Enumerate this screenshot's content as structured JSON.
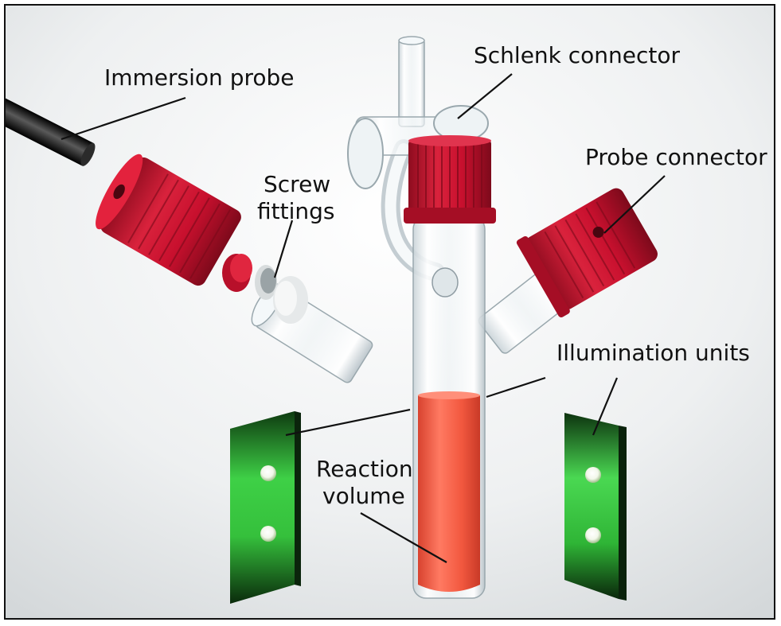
{
  "labels": {
    "immersion_probe": "Immersion probe",
    "schlenk_connector": "Schlenk connector",
    "probe_connector": "Probe connector",
    "screw_fittings_line1": "Screw",
    "screw_fittings_line2": "fittings",
    "illumination_units": "Illumination units",
    "reaction_volume_line1": "Reaction",
    "reaction_volume_line2": "volume"
  },
  "colors": {
    "cap_red": "#c8102e",
    "reaction_liquid": "#f0604a",
    "led_panel_green": "#2fbf3a",
    "probe_black": "#1a1a1a",
    "glass": "#e6eef2"
  }
}
